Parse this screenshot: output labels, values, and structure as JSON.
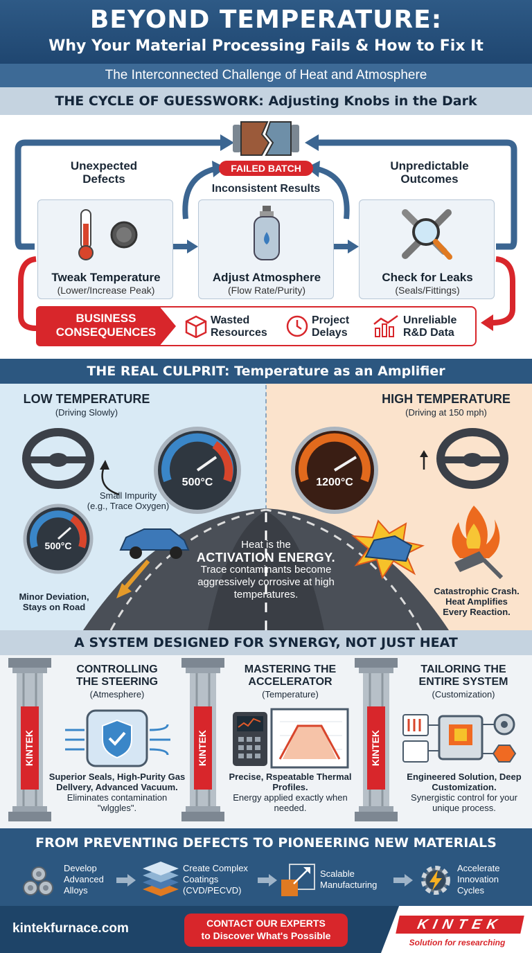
{
  "header": {
    "title": "BEYOND TEMPERATURE:",
    "subtitle": "Why Your Material Processing Fails & How to Fix It"
  },
  "banner": "The Interconnected Challenge of Heat and Atmosphere",
  "cycle": {
    "heading": "THE CYCLE OF GUESSWORK: Adjusting Knobs in the Dark",
    "failed_badge": "FAILED BATCH",
    "center_caption": "Inconsistent Results",
    "left_caption": "Unexpected\nDefects",
    "right_caption": "Unpredictable\nOutcomes",
    "cards": [
      {
        "title": "Tweak Temperature",
        "sub": "(Lower/Increase Peak)"
      },
      {
        "title": "Adjust Atmosphere",
        "sub": "(Flow Rate/Purity)"
      },
      {
        "title": "Check for Leaks",
        "sub": "(Seals/Fittings)"
      }
    ],
    "consequences_label": "BUSINESS\nCONSEQUENCES",
    "consequences": [
      {
        "label": "Wasted\nResources",
        "icon": "box-icon"
      },
      {
        "label": "Project\nDelays",
        "icon": "clock-icon"
      },
      {
        "label": "Unreliable\nR&D Data",
        "icon": "chart-icon"
      }
    ]
  },
  "culprit": {
    "heading": "THE REAL CULPRIT: Temperature as an Amplifier",
    "low": {
      "title": "LOW TEMPERATURE",
      "sub": "(Driving Slowly)",
      "gauge1": "500°C",
      "gauge2": "500°C",
      "impurity": "Small Impurity\n(e.g., Trace Oxygen)",
      "result": "Minor Deviation,\nStays on Road"
    },
    "high": {
      "title": "HIGH TEMPERATURE",
      "sub": "(Driving at 150 mph)",
      "gauge": "1200°C",
      "result": "Catastrophic Crash.\nHeat Amplifies\nEvery Reaction."
    },
    "activation": {
      "line1": "Heat is the",
      "line2": "ACTIVATION ENERGY.",
      "line3": "Trace contaminants become aggressively corrosive at high temperatures."
    }
  },
  "system": {
    "heading": "A SYSTEM DESIGNED FOR SYNERGY, NOT JUST HEAT",
    "pillar_label": "KINTEK",
    "pillars": [
      {
        "title": "CONTROLLING\nTHE STEERING",
        "paren": "(Atmesphere)",
        "desc_bold": "Superior Seals, High-Purity Gas Dellvery, Advanced Vacuum.",
        "desc": "Eliminates contamination \"wlggles\"."
      },
      {
        "title": "MASTERING THE\nACCELERATOR",
        "paren": "(Temperature)",
        "desc_bold": "Precise, Rspeatable Thermal Profiles.",
        "desc": "Energy applied exactly when needed."
      },
      {
        "title": "TAILORING THE\nENTIRE SYSTEM",
        "paren": "(Customization)",
        "desc_bold": "Engineered Solution, Deep Customization.",
        "desc": "Synergistic control for your unique process."
      }
    ]
  },
  "pioneer": {
    "heading": "FROM PREVENTING DEFECTS TO PIONEERING NEW MATERIALS",
    "steps": [
      {
        "label": "Develop\nAdvanced\nAlloys"
      },
      {
        "label": "Create Complex\nCoatings\n(CVD/PECVD)"
      },
      {
        "label": "Scalable\nManufacturing"
      },
      {
        "label": "Accelerate\nInnovation\nCycles"
      }
    ]
  },
  "footer": {
    "site": "kintekfurnace.com",
    "cta_line1": "CONTACT OUR EXPERTS",
    "cta_line2": "to Discover What's Possible",
    "brand": "KINTEK",
    "tagline": "Solution for researching"
  },
  "colors": {
    "navy": "#1f4670",
    "red": "#d8262b",
    "band": "#c5d3e0",
    "lowbg": "#d9eaf5",
    "highbg": "#fbe3cc"
  }
}
